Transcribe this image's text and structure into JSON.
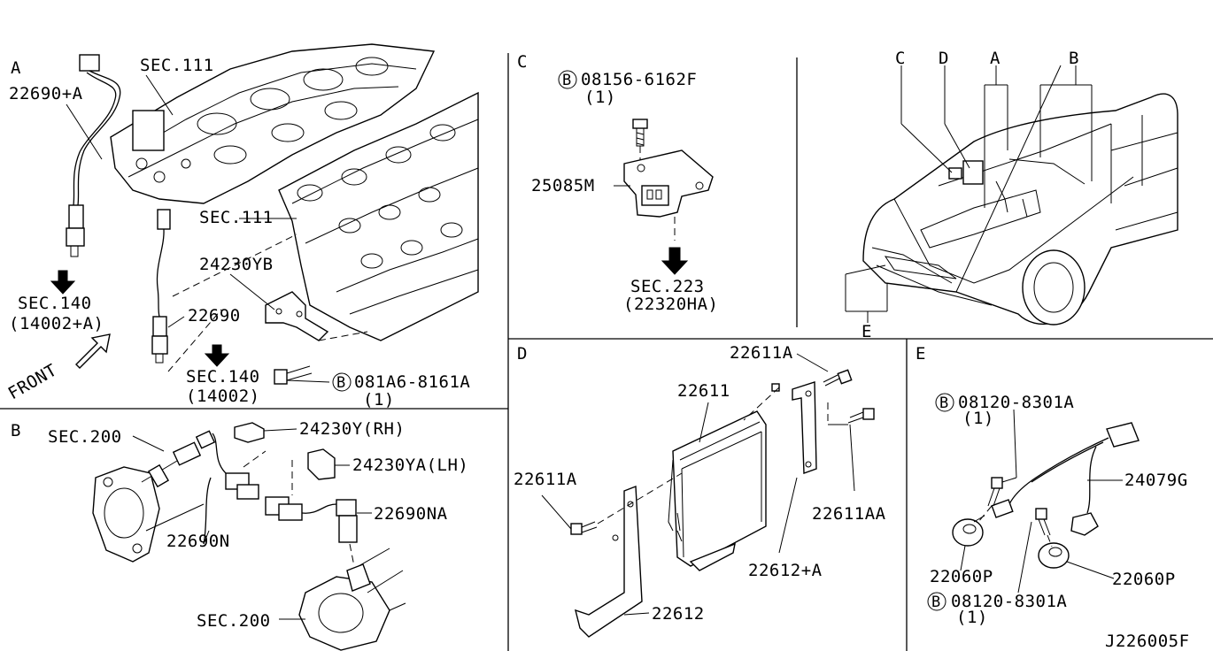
{
  "sections": {
    "a": "A",
    "b": "B",
    "c": "C",
    "d": "D",
    "e": "E"
  },
  "overview_callouts": {
    "c": "C",
    "d": "D",
    "a": "A",
    "b": "B",
    "e": "E"
  },
  "section_a": {
    "sec111_top": "SEC.111",
    "p22690a": "22690+A",
    "sec111_mid": "SEC.111",
    "p24230yb": "24230YB",
    "sec140a_1": "SEC.140",
    "sec140a_2": "(14002+A)",
    "p22690": "22690",
    "sec140_1": "SEC.140",
    "sec140_2": "(14002)",
    "bolt_code": "081A6-8161A",
    "bolt_qty": "(1)",
    "front": "FRONT"
  },
  "section_b": {
    "sec200_top": "SEC.200",
    "p24230y": "24230Y(RH)",
    "p24230ya": "24230YA(LH)",
    "p22690na": "22690NA",
    "p22690n": "22690N",
    "sec200_bot": "SEC.200"
  },
  "section_c": {
    "bolt_code": "08156-6162F",
    "bolt_qty": "(1)",
    "p25085m": "25085M",
    "sec223_1": "SEC.223",
    "sec223_2": "(22320HA)"
  },
  "section_d": {
    "p22611a_top": "22611A",
    "p22611": "22611",
    "p22611a_left": "22611A",
    "p22611aa": "22611AA",
    "p22612a": "22612+A",
    "p22612": "22612"
  },
  "section_e": {
    "bolt_top_code": "08120-8301A",
    "bolt_top_qty": "(1)",
    "p24079g": "24079G",
    "p22060p_left": "22060P",
    "p22060p_right": "22060P",
    "bolt_bot_code": "08120-8301A",
    "bolt_bot_qty": "(1)"
  },
  "bolt_symbol": "B",
  "diagram_code": "J226005F"
}
